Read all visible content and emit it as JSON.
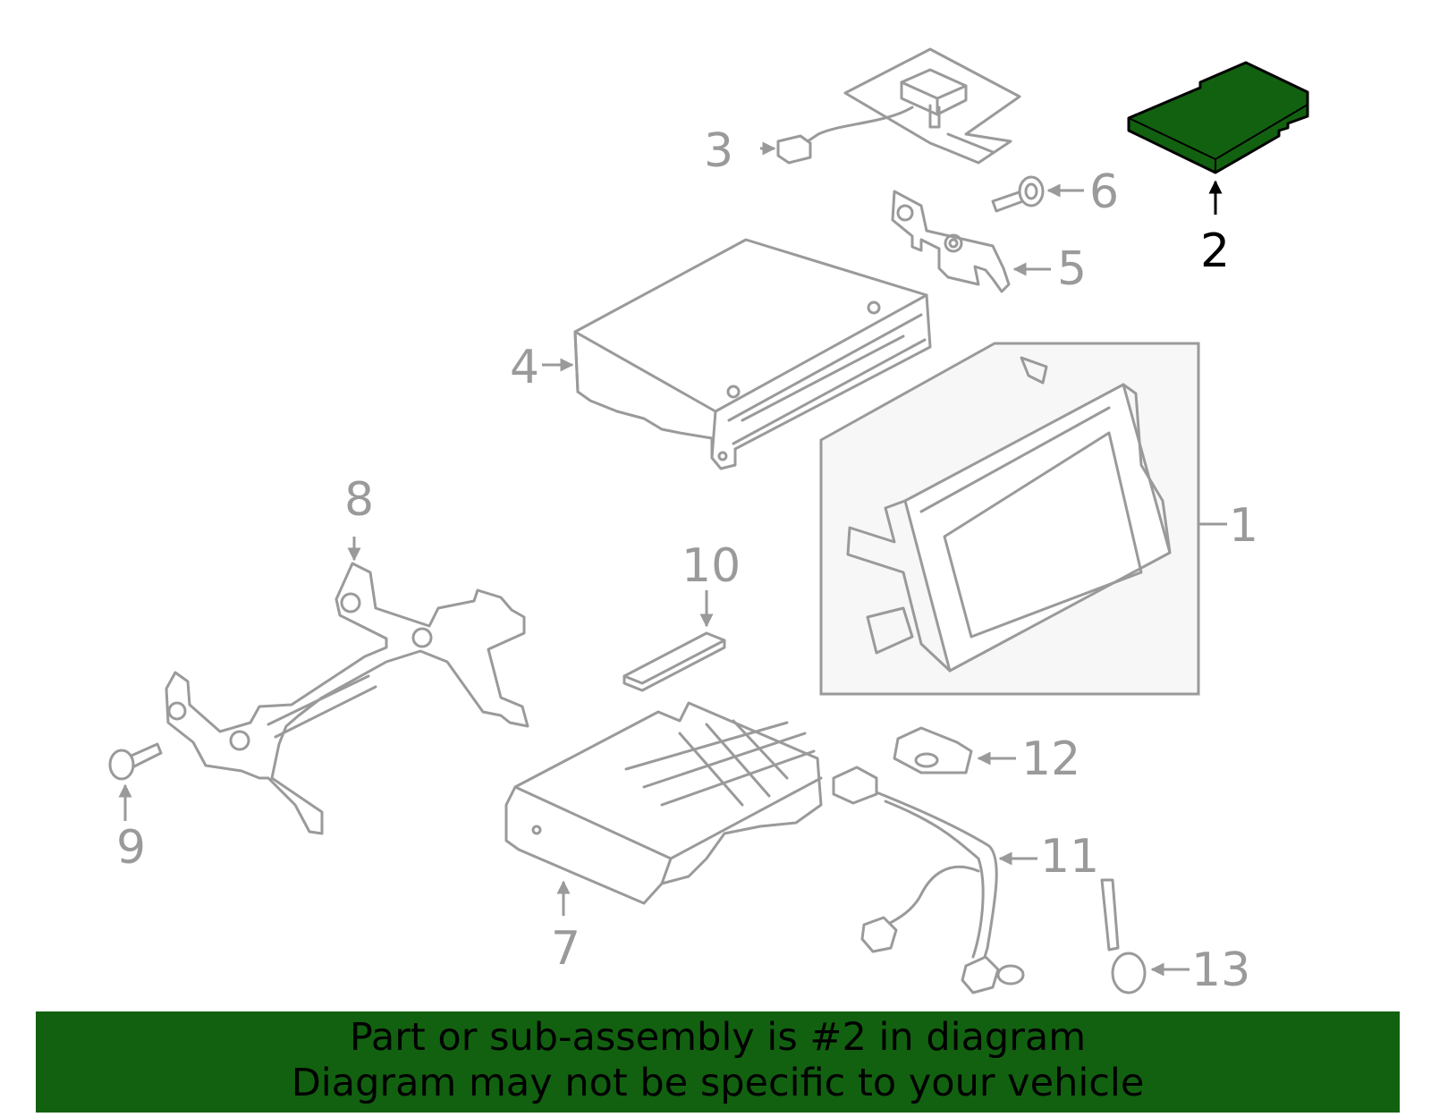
{
  "callouts": {
    "c1": "1",
    "c2": "2",
    "c3": "3",
    "c4": "4",
    "c5": "5",
    "c6": "6",
    "c7": "7",
    "c8": "8",
    "c9": "9",
    "c10": "10",
    "c11": "11",
    "c12": "12",
    "c13": "13"
  },
  "highlighted_part": "2",
  "colors": {
    "highlight_fill": "#126110",
    "line_gray": "#9a9a9a",
    "banner_bg": "#126110"
  },
  "banner": {
    "line1": "Part or sub-assembly is #2 in diagram",
    "line2": "Diagram may not be specific to your vehicle"
  }
}
